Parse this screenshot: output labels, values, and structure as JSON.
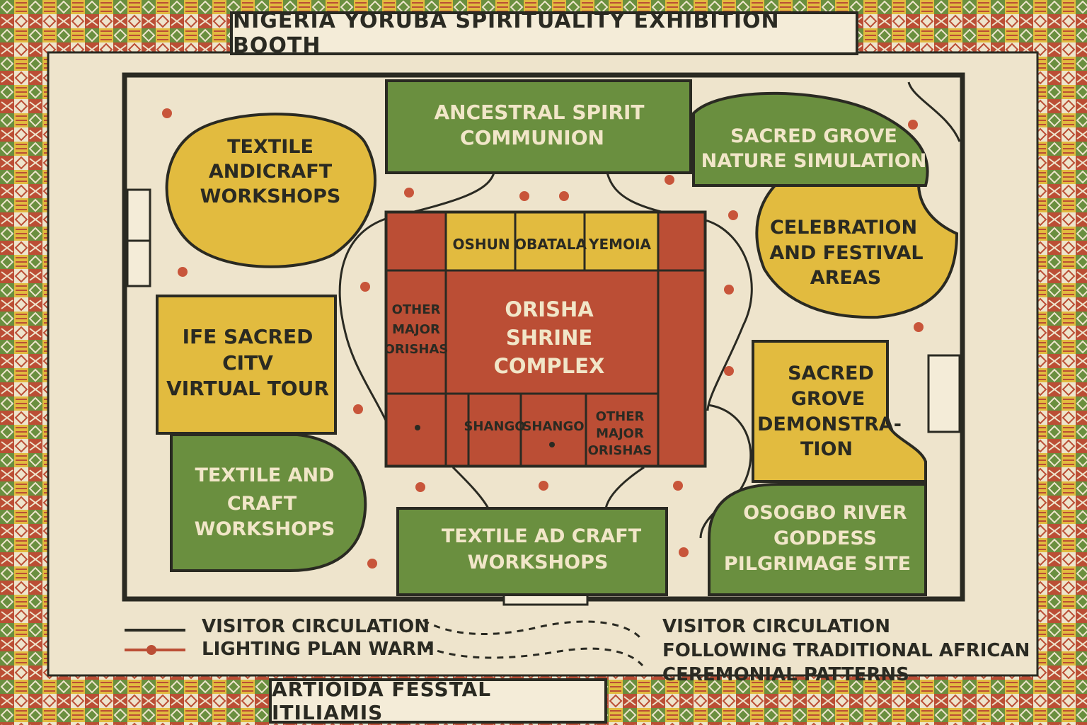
{
  "title": "NIGERIA YORUBA SPIRITUALITY EXHIBITION BOOTH",
  "footer": "ARTIOIDA FESSTAL ITILIAMIS",
  "colors": {
    "background": "#eee4cc",
    "green": "#6a8f3f",
    "yellow": "#e2bb3f",
    "red": "#bb4e35",
    "outline": "#2a2a22",
    "light_text": "#f1e6c8",
    "dark_text": "#2a2a22",
    "dot": "#c8553a"
  },
  "zones": {
    "textile_handicraft": [
      "TEXTILE",
      "ANDICRAFT",
      "WORKSHOPS"
    ],
    "ancestral_spirit": [
      "ANCESTRAL SPIRIT",
      "COMMUNION"
    ],
    "sacred_grove_nature": [
      "SACRED GROVE",
      "NATURE SIMULATION"
    ],
    "celebration": [
      "CELEBRATION",
      "AND FESTIVAL",
      "AREAS"
    ],
    "ife_sacred_city": [
      "IFE SACRED",
      "CITV",
      "VIRTUAL TOUR"
    ],
    "sacred_grove_demo": [
      "SACRED",
      "GROVE",
      "DEMONSTRA-",
      "TION"
    ],
    "textile_craft_left": [
      "TEXTILE AND",
      "CRAFT",
      "WORKSHOPS"
    ],
    "textile_craft_bottom": [
      "TEXTILE AD CRAFT",
      "WORKSHOPS"
    ],
    "osogbo": [
      "OSOGBO RIVER",
      "GODDESS",
      "PILGRIMAGE SITE"
    ]
  },
  "shrine": {
    "center": [
      "ORISHA",
      "SHRINE",
      "COMPLEX"
    ],
    "top": [
      "OSHUN",
      "OBATALA",
      "YEMOIA"
    ],
    "left": [
      "OTHER",
      "MAJOR",
      "ORISHAS"
    ],
    "bottom": [
      "SHANGO",
      "SHANGO"
    ],
    "bottom_right": [
      "OTHER",
      "MAJOR",
      "ORISHAS"
    ]
  },
  "legend": {
    "items": [
      "VISITOR CIRCULATION",
      "LIGHTING PLAN WARM"
    ],
    "note": [
      "VISITOR CIRCULATION",
      "FOLLOWING TRADITIONAL AFRICAN",
      "CEREMONIAL PATTERNS"
    ]
  }
}
